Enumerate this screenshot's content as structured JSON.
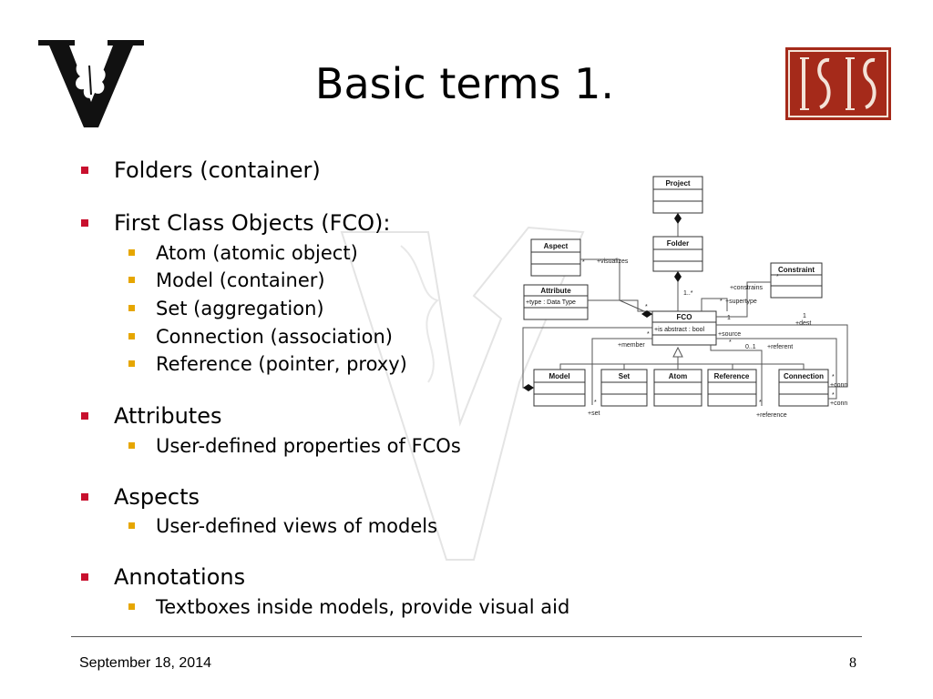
{
  "slide": {
    "title": "Basic terms 1.",
    "logo_right_text": "ISIS",
    "footer": {
      "date": "September 18, 2014",
      "page": "8"
    },
    "bullets": [
      {
        "text": "Folders (container)",
        "sub": []
      },
      {
        "text": "First Class Objects (FCO):",
        "sub": [
          "Atom (atomic object)",
          "Model (container)",
          "Set (aggregation)",
          "Connection (association)",
          "Reference (pointer, proxy)"
        ]
      },
      {
        "text": "Attributes",
        "sub": [
          "User-defined properties of FCOs"
        ]
      },
      {
        "text": "Aspects",
        "sub": [
          "User-defined views of models"
        ]
      },
      {
        "text": "Annotations",
        "sub": [
          "Textboxes inside models, provide visual aid"
        ]
      }
    ],
    "colors": {
      "bullet_level1": "#c8102e",
      "bullet_level2": "#e6a600",
      "logo_right_bg": "#a52a1a"
    }
  },
  "diagram": {
    "classes": {
      "project": "Project",
      "folder": "Folder",
      "aspect": "Aspect",
      "attribute": "Attribute",
      "attribute_member": "+type : Data Type",
      "constraint": "Constraint",
      "fco": "FCO",
      "fco_member": "+is abstract : bool",
      "model": "Model",
      "set": "Set",
      "atom": "Atom",
      "reference": "Reference",
      "connection": "Connection"
    },
    "labels": {
      "visualizes": "+visualizes",
      "constrains": "+constrains",
      "supertype": "+supertype",
      "dest": "+dest",
      "source": "+source",
      "member": "+member",
      "referent": "+referent",
      "conn1": "+conn",
      "conn2": "+conn",
      "set": "+set",
      "reference": "+reference",
      "mult_1star": "1..*",
      "mult_01": "0..1",
      "mult_1a": "1",
      "mult_1b": "1",
      "star_aspect": "*",
      "star_attribute": "*",
      "star_constraint": "*",
      "star_supertype": "*",
      "star_fco_left": "*",
      "star_dest": "*",
      "star_set": "*",
      "star_reference": "*",
      "star_conn1": "*",
      "star_conn2": "*"
    }
  }
}
